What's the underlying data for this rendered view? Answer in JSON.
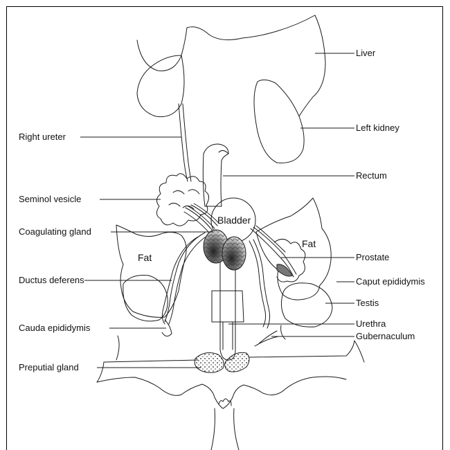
{
  "diagram": {
    "labels_left": {
      "right_ureter": "Right ureter",
      "seminal_vesicle": "Seminol vesicle",
      "coagulating_gland": "Coagulating gland",
      "ductus_deferens": "Ductus deferens",
      "cauda_epididymis": "Cauda epididymis",
      "preputial_gland": "Preputial gland"
    },
    "labels_right": {
      "liver": "Liver",
      "left_kidney": "Left kidney",
      "rectum": "Rectum",
      "prostate": "Prostate",
      "caput_epididymis": "Caput epididymis",
      "testis": "Testis",
      "urethra": "Urethra",
      "gubernaculum": "Gubernaculum"
    },
    "labels_inside": {
      "bladder": "Bladder",
      "fat_left": "Fat",
      "fat_right": "Fat"
    },
    "colors": {
      "line": "#1a1a1a",
      "background": "#ffffff",
      "gland_shading": "#555555"
    }
  }
}
